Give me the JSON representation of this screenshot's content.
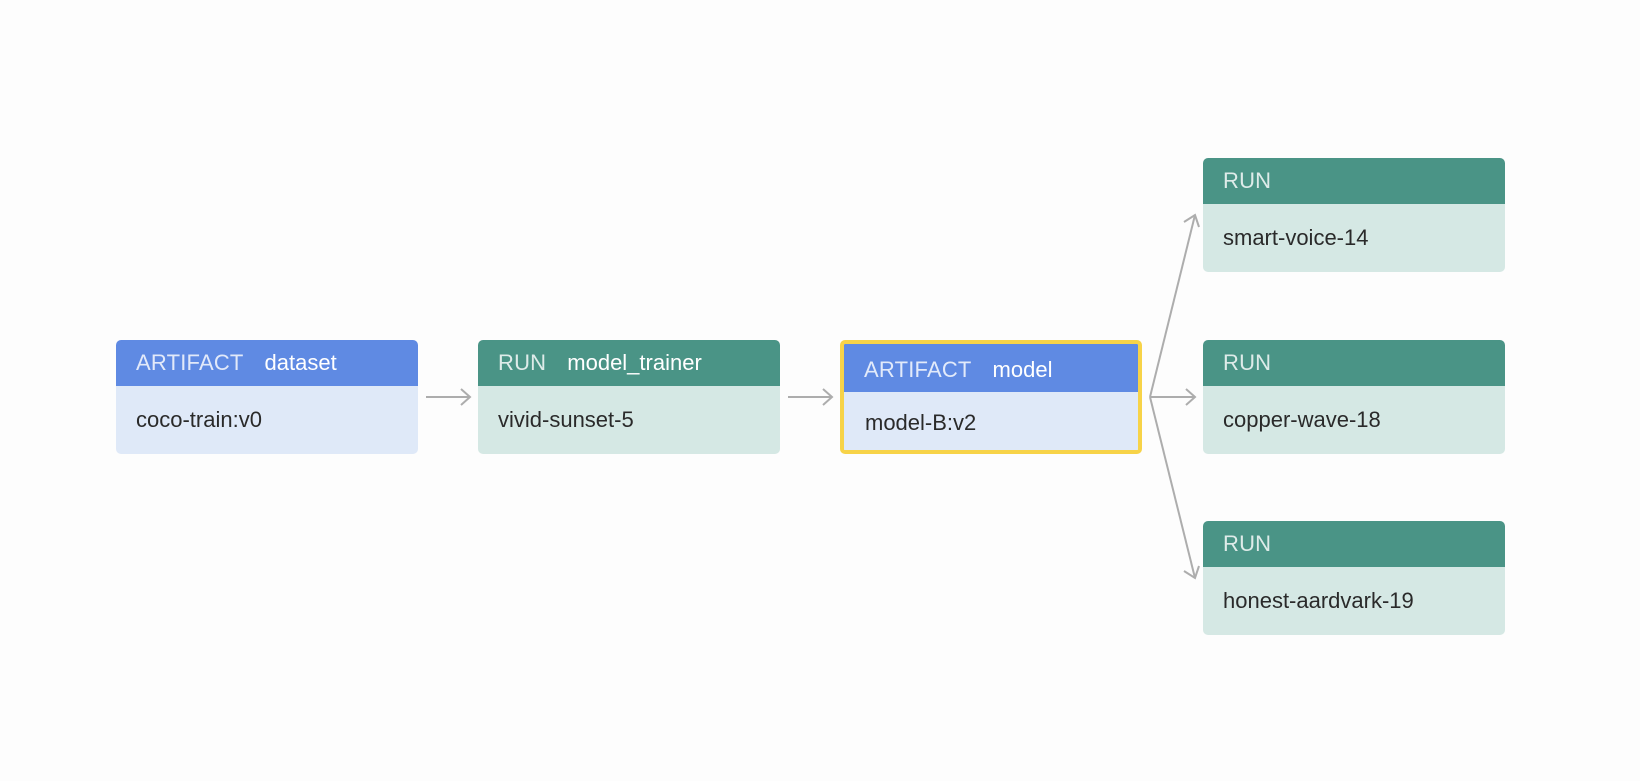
{
  "nodes": {
    "dataset": {
      "kind": "ARTIFACT",
      "type": "dataset",
      "value": "coco-train:v0"
    },
    "trainer": {
      "kind": "RUN",
      "type": "model_trainer",
      "value": "vivid-sunset-5"
    },
    "model": {
      "kind": "ARTIFACT",
      "type": "model",
      "value": "model-B:v2",
      "selected": true
    },
    "smart": {
      "kind": "RUN",
      "type": "",
      "value": "smart-voice-14"
    },
    "copper": {
      "kind": "RUN",
      "type": "",
      "value": "copper-wave-18"
    },
    "honest": {
      "kind": "RUN",
      "type": "",
      "value": "honest-aardvark-19"
    }
  },
  "edges": [
    {
      "from": "dataset",
      "to": "trainer"
    },
    {
      "from": "trainer",
      "to": "model"
    },
    {
      "from": "model",
      "to": "smart"
    },
    {
      "from": "model",
      "to": "copper"
    },
    {
      "from": "model",
      "to": "honest"
    }
  ],
  "colors": {
    "artifact_header": "#5f8ae3",
    "artifact_body": "#dfe9f8",
    "run_header": "#4a9486",
    "run_body": "#d5e8e4",
    "selected_border": "#f7d348",
    "edge": "#adadad"
  }
}
